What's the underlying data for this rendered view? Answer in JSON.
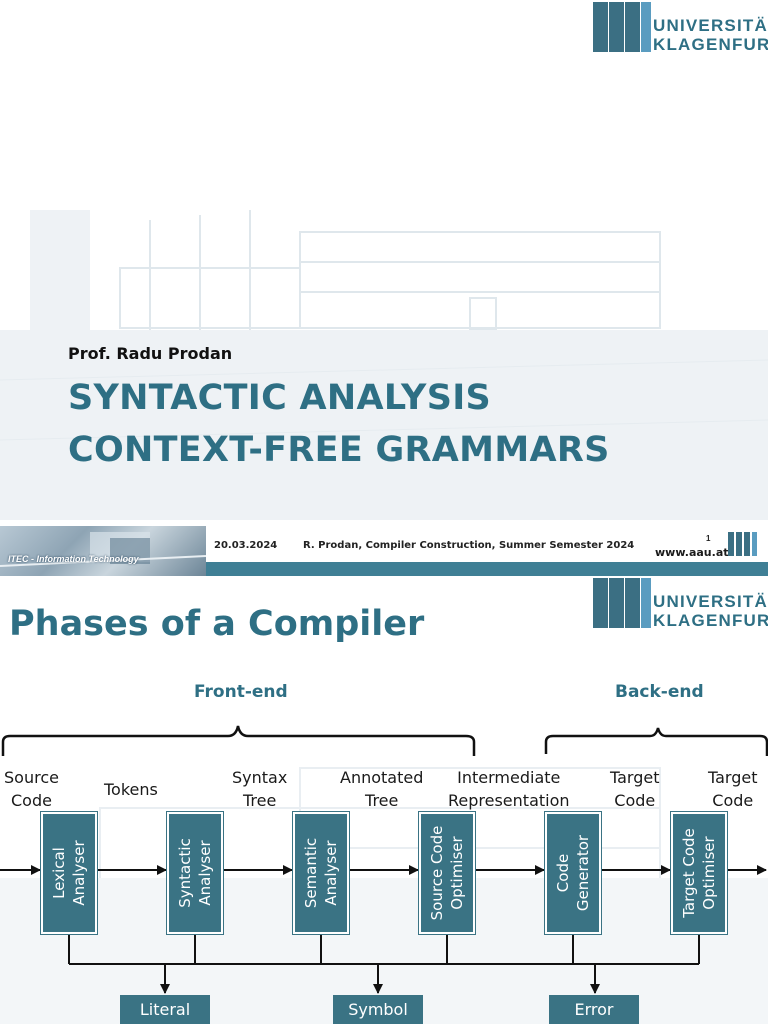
{
  "logo": {
    "line1": "UNIVERSITÄT",
    "line2": "KLAGENFURT",
    "colors": {
      "dark": "#3b6f83",
      "light": "#5a9cc0"
    }
  },
  "slide1": {
    "author": "Prof. Radu Prodan",
    "title_line1": "SYNTACTIC ANALYSIS",
    "title_line2": "CONTEXT-FREE GRAMMARS",
    "footer": {
      "photo_caption": "ITEC - Information Technology",
      "date": "20.03.2024",
      "course": "R. Prodan, Compiler Construction, Summer Semester 2024",
      "page": "1",
      "url": "www.aau.at"
    }
  },
  "slide2": {
    "title": "Phases of a Compiler",
    "front_end": "Front-end",
    "back_end": "Back-end",
    "flow_labels": {
      "source_code": "Source\nCode",
      "tokens": "Tokens",
      "syntax_tree": "Syntax\nTree",
      "annotated_tree": "Annotated\nTree",
      "intermediate": "Intermediate\nRepresentation",
      "target_code1": "Target\nCode",
      "target_code2": "Target\nCode"
    },
    "phases": [
      "Lexical\nAnalyser",
      "Syntactic\nAnalyser",
      "Semantic\nAnalyser",
      "Source Code\nOptimiser",
      "Code\nGenerator",
      "Target Code\nOptimiser"
    ],
    "tables": [
      "Literal",
      "Symbol",
      "Error"
    ]
  },
  "colors": {
    "accent": "#2e6f84",
    "box": "#3a7384",
    "footer_bar": "#3f7f95"
  }
}
